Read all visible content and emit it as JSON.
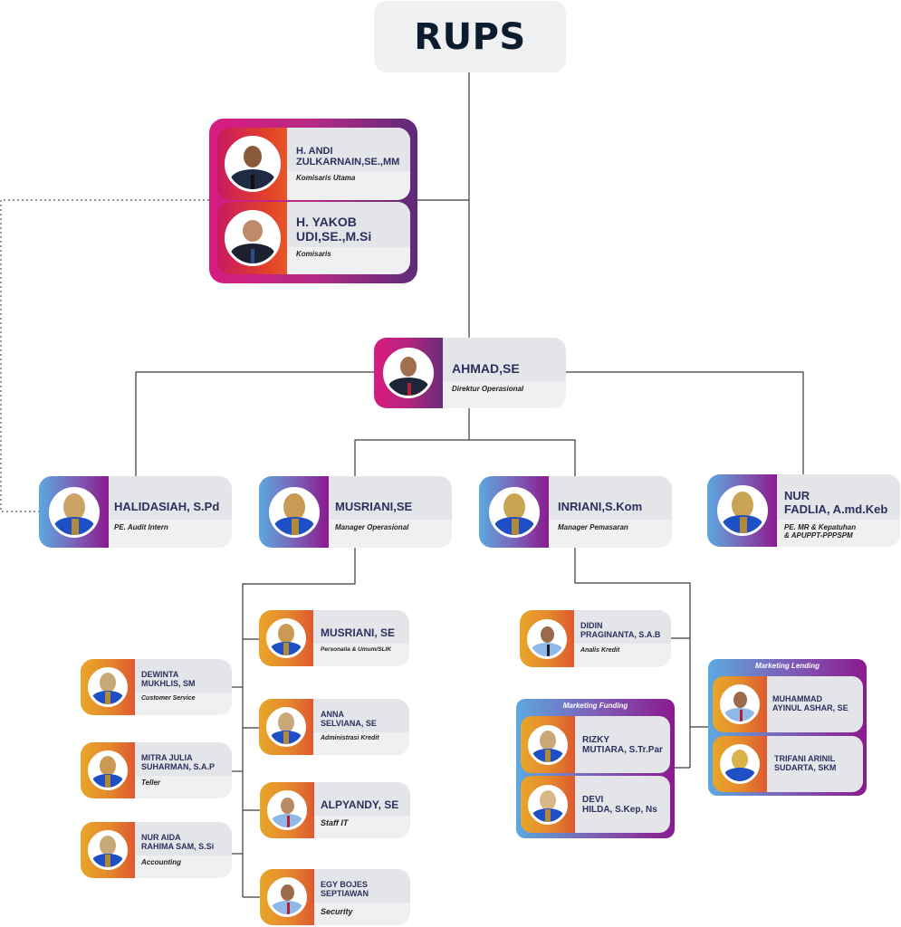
{
  "title": "RUPS",
  "colors": {
    "pink": "#d81b7f",
    "purple": "#8b1a8f",
    "blue": "#5ca8e0",
    "orange": "#e8a62a",
    "name_text": "#2e2f5e",
    "card_bg": "#eef0f1"
  },
  "komisaris": [
    {
      "name": "H. ANDI ZULKARNAIN,SE.,MM",
      "name_lines": [
        "H. ANDI",
        "ZULKARNAIN,SE.,MM"
      ],
      "role": "Komisaris Utama"
    },
    {
      "name": "H. YAKOB UDI,SE.,M.Si",
      "name_lines": [
        "H. YAKOB",
        "UDI,SE.,M.Si"
      ],
      "role": "Komisaris"
    }
  ],
  "direktur": {
    "name": "AHMAD,SE",
    "role": "Direktur Operasional"
  },
  "level2": [
    {
      "name": "HALIDASIAH, S.Pd",
      "role": "PE. Audit Intern"
    },
    {
      "name": "MUSRIANI,SE",
      "role": "Manager Operasional"
    },
    {
      "name": "INRIANI,S.Kom",
      "role": "Manager Pemasaran"
    },
    {
      "name_lines": [
        "NUR",
        "FADLIA, A.md.Keb"
      ],
      "name": "NUR FADLIA, A.md.Keb",
      "role_lines": [
        "PE. MR & Kepatuhan",
        "& APUPPT-PPPSPM"
      ],
      "role": "PE. MR & Kepatuhan & APUPPT-PPPSPM"
    }
  ],
  "operasional_left": [
    {
      "name_lines": [
        "DEWINTA",
        "MUKHLIS, SM"
      ],
      "role": "Customer Service"
    },
    {
      "name_lines": [
        "MITRA JULIA",
        "SUHARMAN, S.A.P"
      ],
      "role": "Teller"
    },
    {
      "name_lines": [
        "NUR AIDA",
        "RAHIMA SAM, S.Si"
      ],
      "role": "Accounting"
    }
  ],
  "operasional_right": [
    {
      "name_lines": [
        "MUSRIANI, SE"
      ],
      "role": "Personalia & Umum/SLIK"
    },
    {
      "name_lines": [
        "ANNA",
        "SELVIANA, SE"
      ],
      "role": "Administrasi Kredit"
    },
    {
      "name_lines": [
        "ALPYANDY, SE"
      ],
      "role": "Staff IT"
    },
    {
      "name_lines": [
        "EGY BOJES",
        "SEPTIAWAN"
      ],
      "role": "Security"
    }
  ],
  "pemasaran": {
    "analis": {
      "name_lines": [
        "DIDIN",
        "PRAGINANTA, S.A.B"
      ],
      "role": "Analis Kredit"
    },
    "funding": {
      "title": "Marketing Funding",
      "members": [
        {
          "name_lines": [
            "RIZKY",
            "MUTIARA, S.Tr.Par"
          ]
        },
        {
          "name_lines": [
            "DEVI",
            "HILDA, S.Kep, Ns"
          ]
        }
      ]
    },
    "lending": {
      "title": "Marketing Lending",
      "members": [
        {
          "name_lines": [
            "MUHAMMAD",
            "AYINUL ASHAR, SE"
          ]
        },
        {
          "name_lines": [
            "TRIFANI ARINIL",
            "SUDARTA, SKM"
          ]
        }
      ]
    }
  }
}
